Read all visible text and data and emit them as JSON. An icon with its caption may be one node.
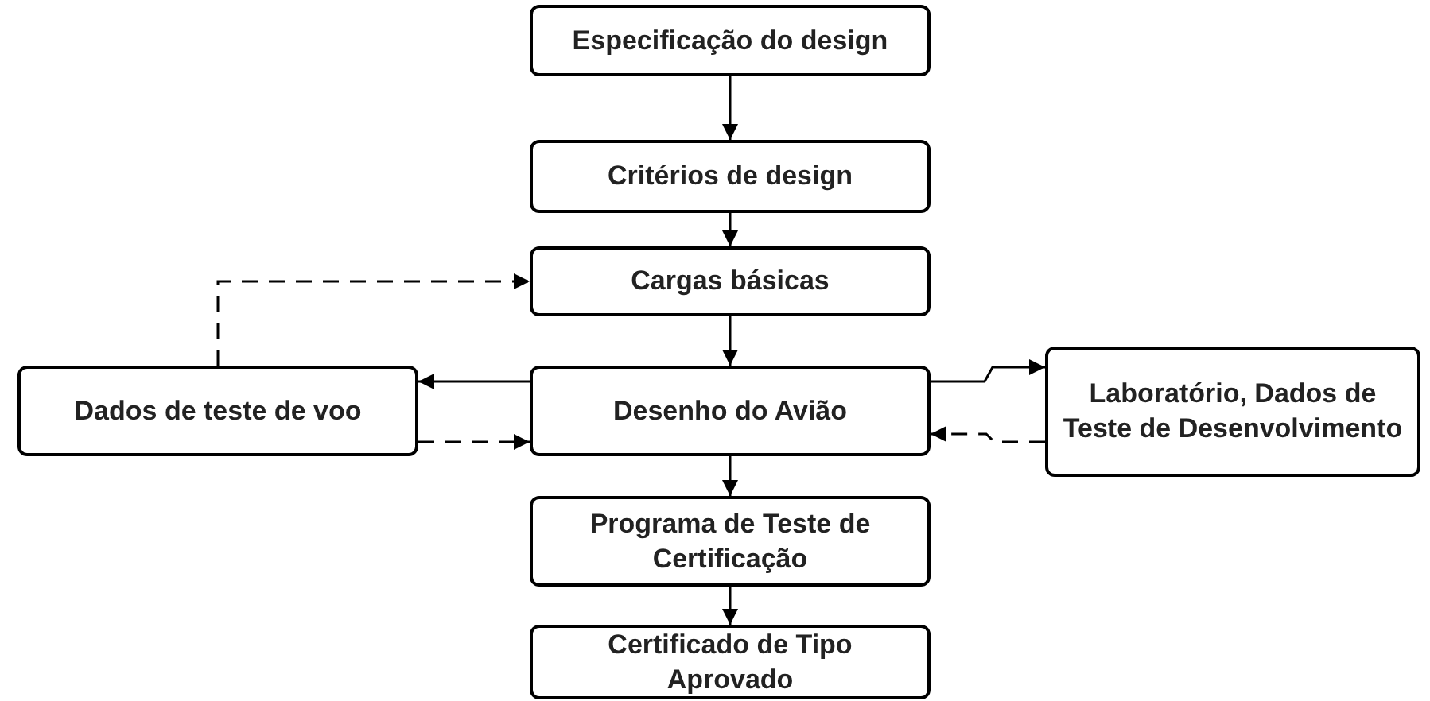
{
  "diagram": {
    "nodes": [
      {
        "text": [
          "Especificação do design"
        ]
      },
      {
        "text": [
          "Critérios de design"
        ]
      },
      {
        "text": [
          "Cargas básicas"
        ]
      },
      {
        "text": [
          "Desenho do Avião"
        ]
      },
      {
        "text": [
          "Dados de teste de voo"
        ]
      },
      {
        "text": [
          "Laboratório, Dados de Teste de Desenvolvimento"
        ]
      },
      {
        "text": [
          "Programa de Teste de Certificação"
        ]
      },
      {
        "text": [
          "Certificado de Tipo Aprovado"
        ]
      }
    ],
    "edges": [
      {
        "from": 0,
        "to": 1,
        "arrow": "to"
      },
      {
        "from": 1,
        "to": 2,
        "arrow": "to"
      },
      {
        "from": 2,
        "to": 3,
        "arrow": "to"
      },
      {
        "from": 3,
        "to": 4,
        "arrow": "to"
      },
      {
        "from": 4,
        "to": 2,
        "arrow": "to",
        "style": "dashed"
      },
      {
        "from": 4,
        "to": 3,
        "arrow": "to",
        "style": "dashed"
      },
      {
        "from": 3,
        "to": 5,
        "arrow": "to"
      },
      {
        "from": 5,
        "to": 3,
        "arrow": "to",
        "style": "dashed"
      },
      {
        "from": 3,
        "to": 6,
        "arrow": "to"
      },
      {
        "from": 6,
        "to": 7,
        "arrow": "to"
      }
    ]
  }
}
